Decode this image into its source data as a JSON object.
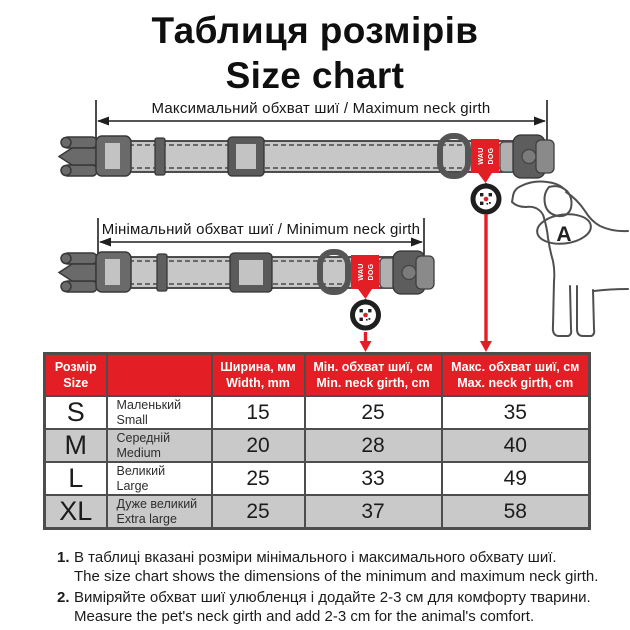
{
  "title": {
    "ua": "Таблиця розмірів",
    "en": "Size chart"
  },
  "diagram": {
    "max_label": "Максимальний обхват шиї / Maximum neck girth",
    "min_label": "Мінімальний обхват шиї / Minimum neck girth",
    "tag_line1": "WAU",
    "tag_line2": "DOG",
    "dog_marker": "A"
  },
  "table": {
    "headers": {
      "size_ua": "Розмір",
      "size_en": "Size",
      "width_ua": "Ширина, мм",
      "width_en": "Width, mm",
      "min_ua": "Мін. обхват шиї, см",
      "min_en": "Min. neck girth, cm",
      "max_ua": "Макс. обхват шиї, см",
      "max_en": "Max. neck girth, cm"
    },
    "rows": [
      {
        "size": "S",
        "name_ua": "Маленький",
        "name_en": "Small",
        "width": "15",
        "min": "25",
        "max": "35"
      },
      {
        "size": "M",
        "name_ua": "Середній",
        "name_en": "Medium",
        "width": "20",
        "min": "28",
        "max": "40"
      },
      {
        "size": "L",
        "name_ua": "Великий",
        "name_en": "Large",
        "width": "25",
        "min": "33",
        "max": "49"
      },
      {
        "size": "XL",
        "name_ua": "Дуже великий",
        "name_en": "Extra large",
        "width": "25",
        "min": "37",
        "max": "58"
      }
    ]
  },
  "notes": [
    {
      "num": "1.",
      "ua": "В таблиці вказані розміри мінімального і максимального обхвату шиї.",
      "en": "The size chart shows the dimensions of the minimum and maximum neck girth."
    },
    {
      "num": "2.",
      "ua": "Виміряйте обхват шиї улюбленця і додайте 2-3 см для комфорту тварини.",
      "en": "Measure the pet's neck girth and add 2-3 cm for the animal's comfort."
    }
  ],
  "colors": {
    "accent_red": "#e31e24",
    "strap_gray": "#c7c7c7",
    "hardware_gray": "#6a6a6a",
    "row_alt_gray": "#c9c9c9",
    "table_border": "#4d4d4d"
  }
}
